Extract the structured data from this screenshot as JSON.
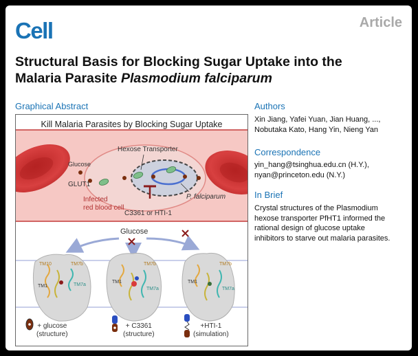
{
  "header": {
    "journal": "Cell",
    "article_type": "Article"
  },
  "article": {
    "title_line1": "Structural Basis for Blocking Sugar Uptake into the",
    "title_line2_plain": "Malaria Parasite ",
    "title_line2_italic": "Plasmodium falciparum"
  },
  "sections": {
    "graphical_abstract": "Graphical Abstract",
    "authors": {
      "label": "Authors",
      "line1": "Xin Jiang, Yafei Yuan, Jian Huang, ...,",
      "line2": "Nobutaka Kato, Hang Yin, Nieng Yan"
    },
    "correspondence": {
      "label": "Correspondence",
      "line1": "yin_hang@tsinghua.edu.cn (H.Y.),",
      "line2": "nyan@princeton.edu (N.Y.)"
    },
    "in_brief": {
      "label": "In Brief",
      "line1": "Crystal structures of the Plasmodium",
      "line2": "hexose transporter PfHT1 informed the",
      "line3": "rational design of glucose uptake",
      "line4": "inhibitors to starve out malaria parasites."
    }
  },
  "graphic": {
    "title": "Kill Malaria Parasites by Blocking Sugar Uptake",
    "hexose_transporter": "Hexose Transporter",
    "glucose_small": "Glucose",
    "glut1": "GLUT1",
    "infected_line1": "Infected",
    "infected_line2": "red blood cell",
    "inhibitors": "C3361 or HTI-1",
    "parasite": "P. falciparum",
    "glucose_large": "Glucose",
    "panels": [
      {
        "tm1": "TM1",
        "tm7a": "TM7a",
        "tm7b": "TM7b",
        "tm10": "TM10",
        "cap_line1": "+ glucose",
        "cap_line2": "(structure)"
      },
      {
        "tm1": "TM1",
        "tm7a": "TM7a",
        "tm7b": "TM7b",
        "cap_line1": "+ C3361",
        "cap_line2": "(structure)"
      },
      {
        "tm1": "TM1",
        "tm7a": "TM7a",
        "tm7b": "TM7b",
        "cap_line1": "+HTI-1",
        "cap_line2": "(simulation)"
      }
    ],
    "colors": {
      "rbc": "#d63b3b",
      "background": "#f7c9c6",
      "accent": "#1a73b5",
      "glucose": "#7a2e0e"
    }
  }
}
